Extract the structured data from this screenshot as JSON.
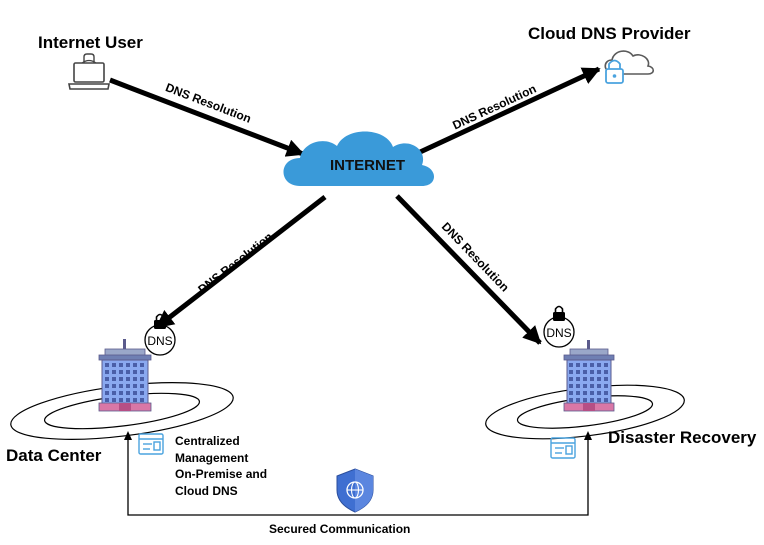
{
  "nodes": {
    "internet_user": "Internet User",
    "cloud_dns_provider": "Cloud DNS Provider",
    "internet": "INTERNET",
    "data_center": "Data Center",
    "disaster_recovery": "Disaster Recovery"
  },
  "edges": {
    "user_to_internet": "DNS Resolution",
    "provider_to_internet": "DNS Resolution",
    "internet_to_datacenter": "DNS Resolution",
    "internet_to_dr": "DNS Resolution"
  },
  "badges": {
    "dns_left": "DNS",
    "dns_right": "DNS"
  },
  "management": {
    "line1": "Centralized",
    "line2": "Management",
    "line3": "On-Premise and",
    "line4": "Cloud DNS"
  },
  "secured_communication": "Secured Communication",
  "colors": {
    "cloud_fill": "#3a9ad9",
    "building_body": "#8aa9f0",
    "building_outline": "#5b5b8c",
    "building_base": "#d977a6",
    "shield": "#3f6fd1",
    "icon_blue": "#4aa3df"
  },
  "icons": {
    "internet_user": "laptop-icon",
    "cloud_dns_provider": "cloud-lock-icon",
    "data_center": "building-icon",
    "disaster_recovery": "building-icon",
    "dns_badge": "dns-lock-icon",
    "management": "browser-window-icon",
    "secured_communication": "shield-globe-icon"
  }
}
